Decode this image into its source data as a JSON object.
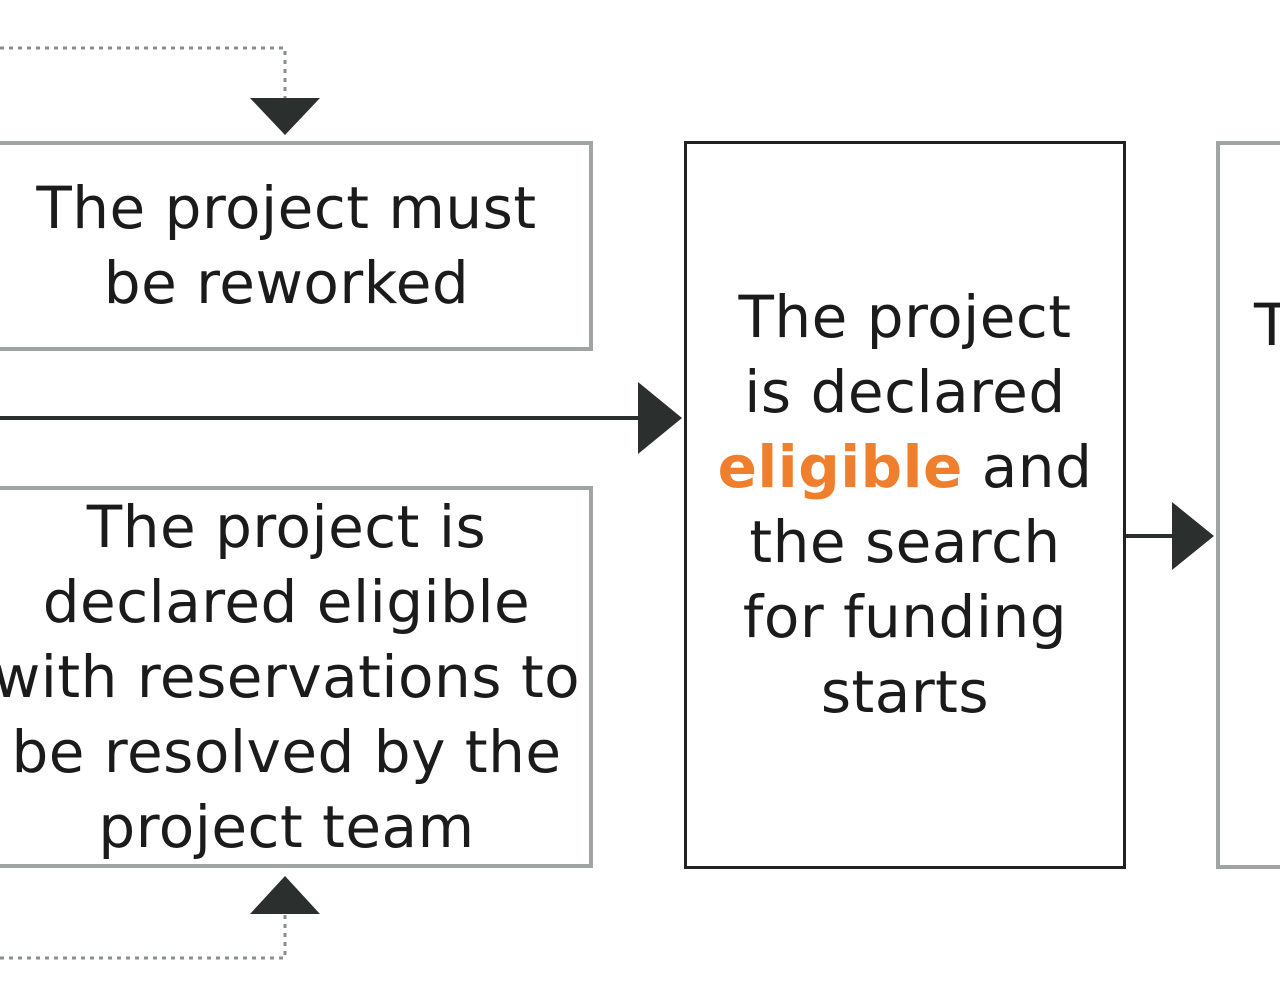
{
  "diagram": {
    "colors": {
      "box_border_muted": "#a0a4a2",
      "box_border_dark": "#222222",
      "arrow": "#2b2f2e",
      "dotted_line": "#8a8e8c",
      "highlight": "#f07f2d"
    },
    "nodes": {
      "rework": {
        "lines": [
          "The project must",
          "be reworked"
        ]
      },
      "reservations": {
        "lines": [
          "The project is",
          "declared eligible",
          "with reservations to",
          "be resolved by the",
          "project team"
        ]
      },
      "eligible": {
        "line1": "The project",
        "line2": "is declared",
        "highlight_word": "eligible",
        "line3_rest": " and",
        "line4": "the search",
        "line5": "for funding",
        "line6": "starts"
      },
      "next": {
        "visible_text": "T"
      }
    }
  }
}
